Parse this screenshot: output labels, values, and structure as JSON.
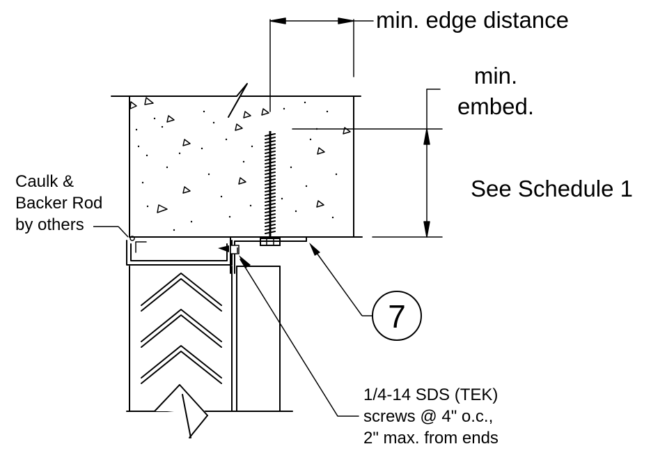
{
  "labels": {
    "edge_distance": "min. edge distance",
    "embed_line1": "min.",
    "embed_line2": "embed.",
    "schedule": "See Schedule 1",
    "caulk_line1": "Caulk &",
    "caulk_line2": "Backer Rod",
    "caulk_line3": "by others",
    "screw_line1": "1/4-14 SDS (TEK)",
    "screw_line2": "screws @ 4\" o.c.,",
    "screw_line3": "2\" max. from ends",
    "callout_number": "7"
  },
  "colors": {
    "line": "#000000",
    "background": "#ffffff"
  }
}
